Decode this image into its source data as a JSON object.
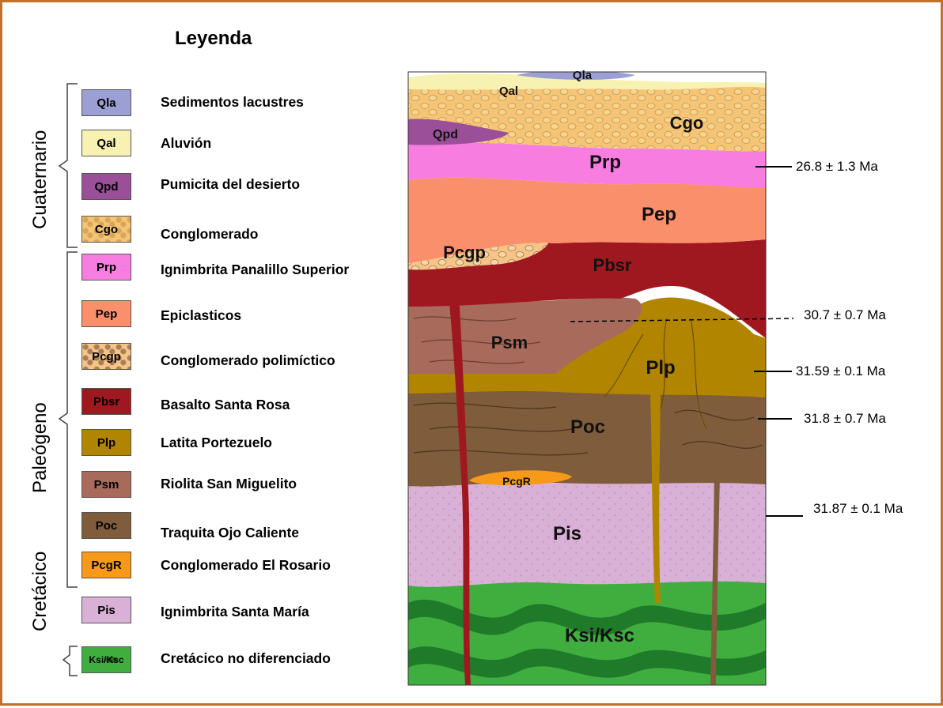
{
  "title": "Leyenda",
  "periods": {
    "cuaternario": "Cuaternario",
    "paleogeno": "Paleógeno",
    "cretacico": "Cretácico"
  },
  "legend": [
    {
      "code": "Qla",
      "label": "Sedimentos lacustres",
      "color": "#9b9fd3"
    },
    {
      "code": "Qal",
      "label": "Aluvión",
      "color": "#f8f2b2"
    },
    {
      "code": "Qpd",
      "label": "Pumicita del desierto",
      "color": "#9a4f98"
    },
    {
      "code": "Cgo",
      "label": "Conglomerado",
      "color": "#f4c577"
    },
    {
      "code": "Prp",
      "label": "Ignimbrita Panalillo Superior",
      "color": "#f77de1"
    },
    {
      "code": "Pep",
      "label": "Epiclasticos",
      "color": "#fa8f6c"
    },
    {
      "code": "Pcgp",
      "label": "Conglomerado polimíctico",
      "color": "#f7c488"
    },
    {
      "code": "Pbsr",
      "label": "Basalto Santa Rosa",
      "color": "#a0181f"
    },
    {
      "code": "Plp",
      "label": "Latita Portezuelo",
      "color": "#b28500"
    },
    {
      "code": "Psm",
      "label": "Riolita San Miguelito",
      "color": "#a86b5b"
    },
    {
      "code": "Poc",
      "label": "Traquita Ojo Caliente",
      "color": "#7f5c3c"
    },
    {
      "code": "PcgR",
      "label": "Conglomerado El Rosario",
      "color": "#f79a1a"
    },
    {
      "code": "Pis",
      "label": "Ignimbrita Santa María",
      "color": "#d9b0d6"
    },
    {
      "code": "Ksi/Ksc",
      "label": "Cretácico no diferenciado",
      "color": "#3fae3f"
    }
  ],
  "section_labels": {
    "Qla": "Qla",
    "Qal": "Qal",
    "Cgo": "Cgo",
    "Qpd": "Qpd",
    "Prp": "Prp",
    "Pep": "Pep",
    "Pcgp": "Pcgp",
    "Pbsr": "Pbsr",
    "Psm": "Psm",
    "Plp": "Plp",
    "Poc": "Poc",
    "PcgR": "PcgR",
    "Pis": "Pis",
    "Ksi": "Ksi/Ksc"
  },
  "ages": [
    "26.8 ± 1.3 Ma",
    "30.7 ± 0.7 Ma",
    "31.59 ± 0.1 Ma",
    "31.8 ±  0.7 Ma",
    "31.87 ± 0.1 Ma"
  ]
}
